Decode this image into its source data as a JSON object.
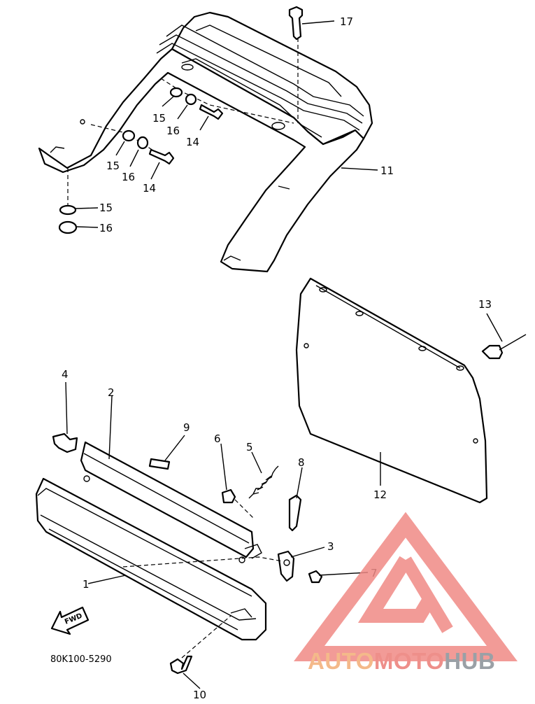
{
  "diagram": {
    "callouts": {
      "c1": "1",
      "c2": "2",
      "c3": "3",
      "c4": "4",
      "c5": "5",
      "c6": "6",
      "c7": "7",
      "c8": "8",
      "c9": "9",
      "c10": "10",
      "c11": "11",
      "c12": "12",
      "c13": "13",
      "c14a": "14",
      "c14b": "14",
      "c15a": "15",
      "c15b": "15",
      "c15c": "15",
      "c16a": "16",
      "c16b": "16",
      "c16c": "16",
      "c17": "17"
    },
    "diagram_code": "80K100-5290",
    "fwd_label": "FWD"
  },
  "watermark": {
    "part1": "AUTO",
    "part2": "MOTO",
    "part3": "HUB",
    "colors": {
      "auto": "#f4b98a",
      "moto": "#ee8f8a",
      "hub": "#9aa0a6",
      "logo": "#f08a86"
    }
  }
}
